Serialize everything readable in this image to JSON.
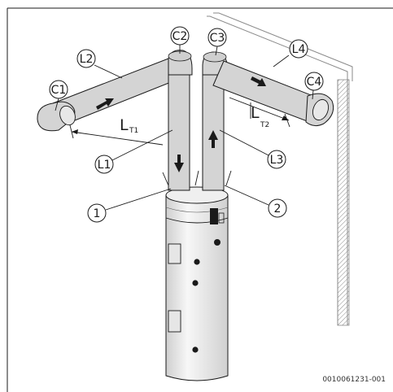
{
  "diagram": {
    "duct_labels": {
      "C1": "C1",
      "C2": "C2",
      "C3": "C3",
      "C4": "C4",
      "L1": "L1",
      "L2": "L2",
      "L3": "L3",
      "L4": "L4"
    },
    "distance_labels": {
      "lt1_main": "L",
      "lt1_sub": "T1",
      "lt2_main": "L",
      "lt2_sub": "T2"
    },
    "connection_labels": {
      "conn1": "1",
      "conn2": "2"
    },
    "figure_code": "0010061231-001"
  },
  "colors": {
    "duct_fill": "#d4d4d4",
    "duct_stroke": "#1a1a1a",
    "tank_fill": "#eeeeee",
    "arrow_fill": "#1a1a1a",
    "wall_hatch": "#777777"
  },
  "icons": {
    "airflow": "airflow-arrow-icon"
  }
}
